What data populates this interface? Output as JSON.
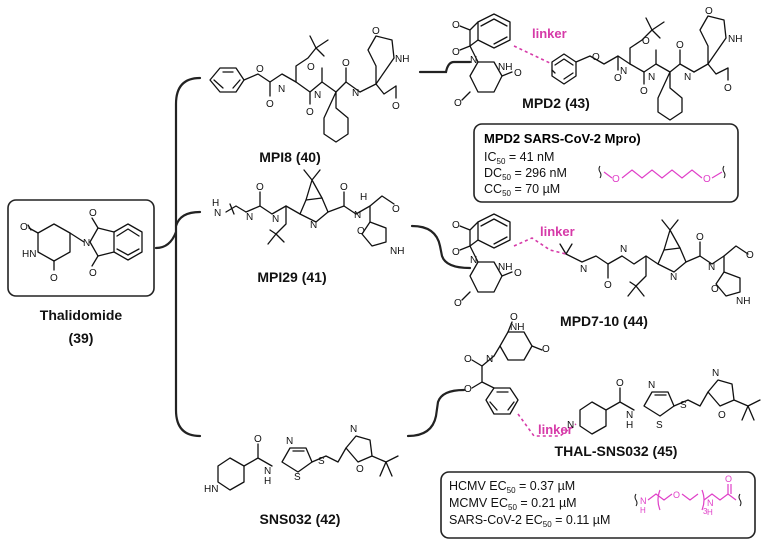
{
  "compounds": {
    "thalidomide": {
      "name": "Thalidomide",
      "number": "(39)"
    },
    "mpi8": {
      "label": "MPI8 (40)"
    },
    "mpi29": {
      "label": "MPI29 (41)"
    },
    "sns032": {
      "label": "SNS032 (42)"
    },
    "mpd2": {
      "label": "MPD2 (43)"
    },
    "mpd7_10": {
      "label": "MPD7-10 (44)"
    },
    "thal_sns032": {
      "label": "THAL-SNS032 (45)"
    }
  },
  "linker_text": "linker",
  "mpd2_box": {
    "title": "MPD2 SARS-CoV-2 Mpro)",
    "ic50": {
      "prefix": "IC",
      "sub": "50",
      "value": " = 41 nM"
    },
    "dc50": {
      "prefix": "DC",
      "sub": "50",
      "value": " = 296 nM"
    },
    "cc50": {
      "prefix": "CC",
      "sub": "50",
      "value": " = 70 µM"
    },
    "linker_atom_left": "O",
    "linker_atom_right": "O"
  },
  "sns_box": {
    "hcmv": {
      "prefix": "HCMV EC",
      "sub": "50",
      "value": " = 0.37 µM"
    },
    "mcmv": {
      "prefix": "MCMV EC",
      "sub": "50",
      "value": " = 0.21 µM"
    },
    "sars": {
      "prefix": "SARS-CoV-2 EC",
      "sub": "50",
      "value": " = 0.11 µM"
    },
    "linker_n_left": "N",
    "linker_h_left": "H",
    "linker_o": "O",
    "linker_repeat": "3",
    "linker_n_right": "N",
    "linker_h_right": "H",
    "linker_carbonyl_o": "O"
  },
  "atoms": {
    "N": "N",
    "O": "O",
    "S": "S",
    "H": "H",
    "NH": "NH",
    "HN": "HN"
  },
  "colors": {
    "linker_magenta": "#d63aa8",
    "linker_chain": "#e040c8",
    "ink": "#111111"
  }
}
